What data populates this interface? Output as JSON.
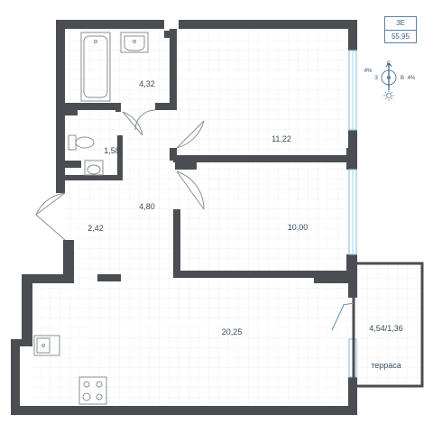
{
  "badge": {
    "type": "3E",
    "area": "55,95"
  },
  "compass": {
    "north": "С",
    "west": "З",
    "east": "В",
    "west_pct": "4%",
    "east_pct": "4%"
  },
  "rooms": [
    {
      "key": "bathroom",
      "area": "4,32"
    },
    {
      "key": "toilet",
      "area": "1,58"
    },
    {
      "key": "bedroom-1",
      "area": "11,22"
    },
    {
      "key": "hall",
      "area": "4,80"
    },
    {
      "key": "entrance",
      "area": "2,42"
    },
    {
      "key": "bedroom-2",
      "area": "10,00"
    },
    {
      "key": "living-kitchen",
      "area": "20,25"
    },
    {
      "key": "terrace",
      "area": "4,54/1,36",
      "name": "терраса"
    }
  ],
  "colors": {
    "wall": "#4a4d52",
    "grid": "#e8ecf1",
    "window": "#8fc9e6",
    "text": "#3a4a5a",
    "accent": "#5b7fa8"
  }
}
